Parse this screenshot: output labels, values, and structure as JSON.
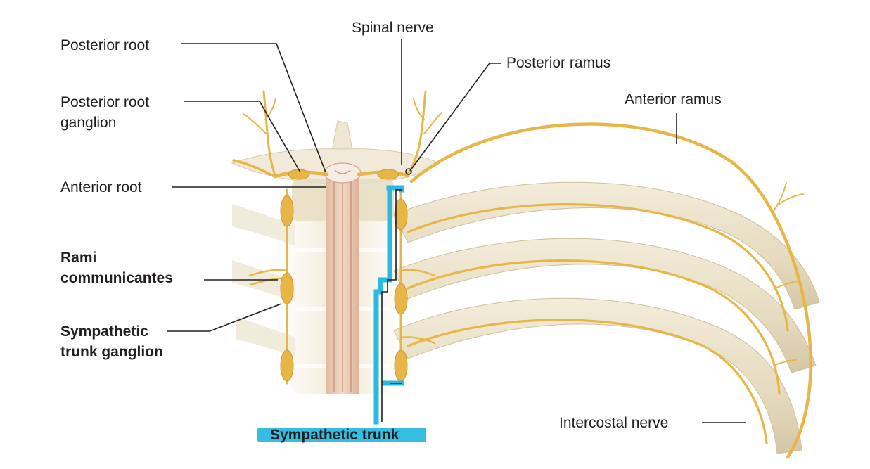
{
  "labels": {
    "posterior_root": "Posterior root",
    "spinal_nerve": "Spinal nerve",
    "posterior_ramus": "Posterior ramus",
    "anterior_ramus": "Anterior ramus",
    "posterior_root_ganglion_line1": "Posterior root",
    "posterior_root_ganglion_line2": "ganglion",
    "anterior_root": "Anterior root",
    "rami_communicantes_line1": "Rami",
    "rami_communicantes_line2": "communicantes",
    "sympathetic_trunk_ganglion_line1": "Sympathetic",
    "sympathetic_trunk_ganglion_line2": "trunk ganglion",
    "intercostal_nerve": "Intercostal nerve",
    "sympathetic_trunk": "Sympathetic trunk"
  },
  "colors": {
    "nerve": "#e8b646",
    "nerve_outline": "#c99a2e",
    "bone": "#ece3cc",
    "bone_shade": "#d9ccac",
    "cord": "#e9c9b3",
    "highlight": "#2ab9e0",
    "leader": "#231f20"
  }
}
